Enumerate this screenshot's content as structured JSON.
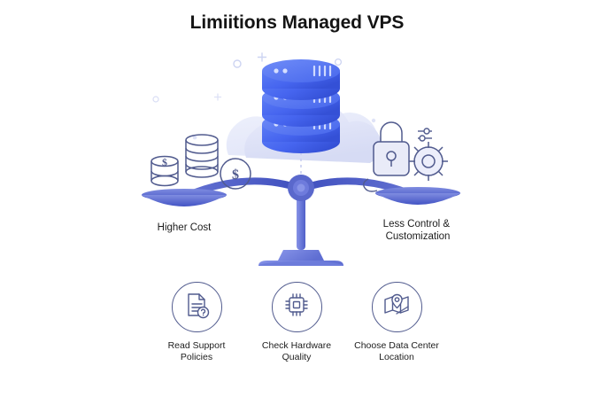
{
  "page": {
    "title": "Limiitions Managed VPS",
    "background_color": "#ffffff",
    "text_color": "#1d1d1d"
  },
  "illustration": {
    "name": "balance-scale-cloud-database",
    "colors": {
      "cloud": "#dfe3f7",
      "cloud_light": "#eef0fb",
      "database_blue": "#4a6cf0",
      "database_dark": "#3355d8",
      "scale_blue": "#5c6bc8",
      "scale_light": "#7b88dd",
      "outline_indigo": "#515b8e",
      "accent_dot": "#cdd4f2"
    },
    "cloud_database": {
      "label": "cloud-server-database",
      "tiers": 3
    },
    "pans": [
      {
        "side": "left",
        "icon": "coins-money-icon",
        "label": "Higher Cost"
      },
      {
        "side": "right",
        "icon": "padlock-gear-icon",
        "label": "Less Control &\nCustomization"
      }
    ]
  },
  "features": [
    {
      "icon": "document-question-icon",
      "label": "Read Support\nPolicies"
    },
    {
      "icon": "cpu-chip-icon",
      "label": "Check Hardware\nQuality"
    },
    {
      "icon": "map-location-pin-icon",
      "label": "Choose Data Center\nLocation"
    }
  ]
}
